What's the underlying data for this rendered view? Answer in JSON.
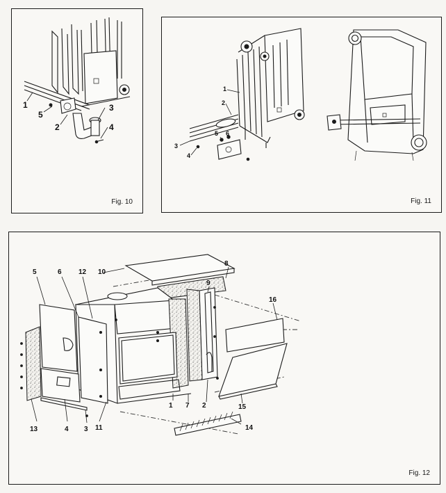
{
  "figures": [
    {
      "label": "Fig. 10",
      "callouts": [
        "1",
        "2",
        "3",
        "4",
        "5"
      ]
    },
    {
      "label": "Fig. 11",
      "callouts": [
        "1",
        "2",
        "3",
        "4",
        "5",
        "6"
      ]
    },
    {
      "label": "Fig. 12",
      "callouts": [
        "1",
        "2",
        "3",
        "4",
        "5",
        "6",
        "7",
        "8",
        "9",
        "10",
        "11",
        "12",
        "13",
        "14",
        "15",
        "16"
      ]
    }
  ]
}
